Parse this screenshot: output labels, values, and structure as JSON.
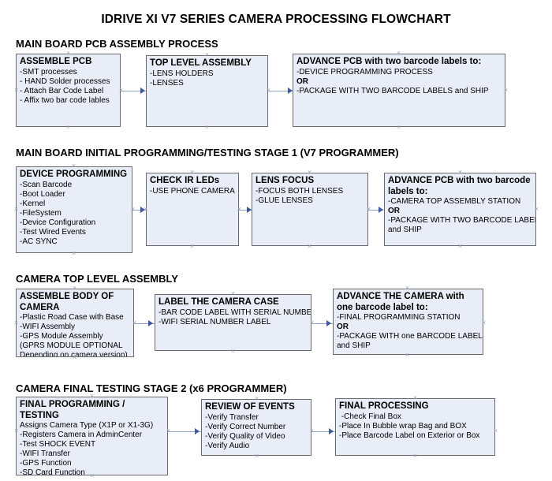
{
  "document": {
    "title": "IDRIVE XI V7 SERIES CAMERA PROCESSING FLOWCHART"
  },
  "sections": [
    {
      "id": "main-board-pcb-assembly",
      "header": "MAIN BOARD PCB ASSEMBLY PROCESS",
      "nodes": [
        {
          "id": "assemble-pcb",
          "title": "ASSEMBLE PCB",
          "lines": [
            {
              "text": "-SMT processes",
              "bold": false
            },
            {
              "text": "- HAND Solder processes",
              "bold": false
            },
            {
              "text": "- Attach Bar Code Label",
              "bold": false
            },
            {
              "text": "- Affix two bar code lables",
              "bold": false
            }
          ]
        },
        {
          "id": "top-level-assembly",
          "title": "TOP LEVEL ASSEMBLY",
          "lines": [
            {
              "text": "-LENS HOLDERS",
              "bold": false
            },
            {
              "text": "-LENSES",
              "bold": false
            }
          ]
        },
        {
          "id": "advance-pcb-two-barcode",
          "title": "ADVANCE PCB with two barcode labels to:",
          "lines": [
            {
              "text": "-DEVICE PROGRAMMING PROCESS",
              "bold": false
            },
            {
              "text": "OR",
              "bold": true
            },
            {
              "text": "-PACKAGE WITH TWO BARCODE LABELS and SHIP",
              "bold": false
            }
          ]
        }
      ]
    },
    {
      "id": "main-board-initial-programming",
      "header": "MAIN BOARD INITIAL PROGRAMMING/TESTING STAGE 1 (V7 PROGRAMMER)",
      "nodes": [
        {
          "id": "device-programming",
          "title": "DEVICE PROGRAMMING",
          "lines": [
            {
              "text": "-Scan Barcode",
              "bold": false
            },
            {
              "text": "-Boot Loader",
              "bold": false
            },
            {
              "text": "-Kernel",
              "bold": false
            },
            {
              "text": "-FileSystem",
              "bold": false
            },
            {
              "text": "-Device Configuration",
              "bold": false
            },
            {
              "text": "-Test Wired Events",
              "bold": false
            },
            {
              "text": "-AC SYNC",
              "bold": false
            }
          ]
        },
        {
          "id": "check-ir-leds",
          "title": "CHECK IR LEDs",
          "lines": [
            {
              "text": "-USE PHONE CAMERA",
              "bold": false
            }
          ]
        },
        {
          "id": "lens-focus",
          "title": "LENS FOCUS",
          "lines": [
            {
              "text": "-FOCUS BOTH LENSES",
              "bold": false
            },
            {
              "text": "-GLUE LENSES",
              "bold": false
            }
          ]
        },
        {
          "id": "advance-pcb-camera-top",
          "title": "ADVANCE PCB with two barcode labels to:",
          "lines": [
            {
              "text": "-CAMERA TOP ASSEMBLY STATION",
              "bold": false
            },
            {
              "text": "OR",
              "bold": true
            },
            {
              "text": "-PACKAGE WITH TWO BARCODE LABELS",
              "bold": false
            },
            {
              "text": "and SHIP",
              "bold": false
            }
          ]
        }
      ]
    },
    {
      "id": "camera-top-level-assembly",
      "header": "CAMERA TOP LEVEL ASSEMBLY",
      "nodes": [
        {
          "id": "assemble-body-of-camera",
          "title": "ASSEMBLE BODY OF CAMERA",
          "lines": [
            {
              "text": "-Plastic Road Case with Base",
              "bold": false
            },
            {
              "text": "-WIFI Assembly",
              "bold": false
            },
            {
              "text": "-GPS Module Assembly",
              "bold": false
            },
            {
              "text": "(GPRS MODULE OPTIONAL",
              "bold": false
            },
            {
              "text": "Depending on camera version)",
              "bold": false
            }
          ]
        },
        {
          "id": "label-the-camera-case",
          "title": "LABEL THE CAMERA CASE",
          "lines": [
            {
              "text": "-BAR CODE LABEL WITH SERIAL NUMBER",
              "bold": false
            },
            {
              "text": "-WIFI SERIAL NUMBER LABEL",
              "bold": false
            }
          ]
        },
        {
          "id": "advance-the-camera",
          "title": "ADVANCE THE CAMERA with one barcode label to:",
          "lines": [
            {
              "text": "-FINAL PROGRAMMING STATION",
              "bold": false
            },
            {
              "text": "OR",
              "bold": true
            },
            {
              "text": "-PACKAGE WITH one BARCODE LABEL",
              "bold": false
            },
            {
              "text": "and SHIP",
              "bold": false
            }
          ]
        }
      ]
    },
    {
      "id": "camera-final-testing-stage-2",
      "header": "CAMERA FINAL TESTING STAGE 2 (x6 PROGRAMMER)",
      "nodes": [
        {
          "id": "final-programming-testing",
          "title": "FINAL PROGRAMMING / TESTING",
          "lines": [
            {
              "text": "Assigns Camera Type (X1P or X1-3G)",
              "bold": false
            },
            {
              "text": "-Registers Camera in AdminCenter",
              "bold": false
            },
            {
              "text": "-Test SHOCK EVENT",
              "bold": false
            },
            {
              "text": "-WIFI Transfer",
              "bold": false
            },
            {
              "text": "-GPS Function",
              "bold": false
            },
            {
              "text": "-SD Card Function",
              "bold": false
            }
          ]
        },
        {
          "id": "review-of-events",
          "title": "REVIEW OF EVENTS",
          "lines": [
            {
              "text": "-Verify Transfer",
              "bold": false
            },
            {
              "text": "-Verify Correct Number",
              "bold": false
            },
            {
              "text": "-Verify Quality of Video",
              "bold": false
            },
            {
              "text": "-Verify Audio",
              "bold": false
            }
          ]
        },
        {
          "id": "final-processing",
          "title": "FINAL PROCESSING",
          "lines": [
            {
              "text": " -Check Final Box",
              "bold": false
            },
            {
              "text": "-Place In Bubble wrap Bag and BOX",
              "bold": false
            },
            {
              "text": "-Place Barcode Label on Exterior or Box",
              "bold": false
            }
          ]
        }
      ]
    }
  ],
  "colors": {
    "node_fill": "#e8edf7",
    "node_border": "#6b6b6b",
    "connector": "#8fa3c4",
    "arrowhead": "#3d5a9e",
    "text": "#000000"
  },
  "handle_glyph": "×"
}
